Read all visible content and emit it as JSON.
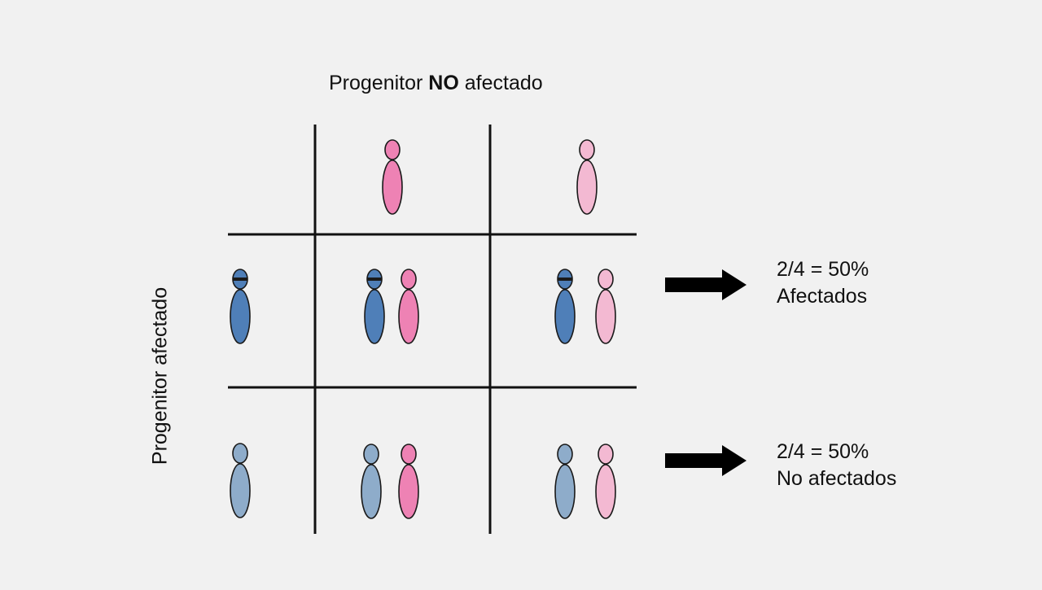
{
  "labels": {
    "top_prefix": "Progenitor ",
    "top_bold": "NO",
    "top_suffix": " afectado",
    "side": "Progenitor afectado"
  },
  "results": {
    "affected": {
      "ratio": "2/4 = 50%",
      "text": "Afectados"
    },
    "unaffected": {
      "ratio": "2/4 = 50%",
      "text": "No afectados"
    }
  },
  "colors": {
    "background": "#f1f1f1",
    "grid_line": "#111111",
    "chromosome_outline": "#1a1a1a",
    "blue_dark": "#4f7fb8",
    "blue_light": "#8eacca",
    "pink_dark": "#ee82b4",
    "pink_light": "#f3b9d2",
    "arrow": "#000000"
  }
}
